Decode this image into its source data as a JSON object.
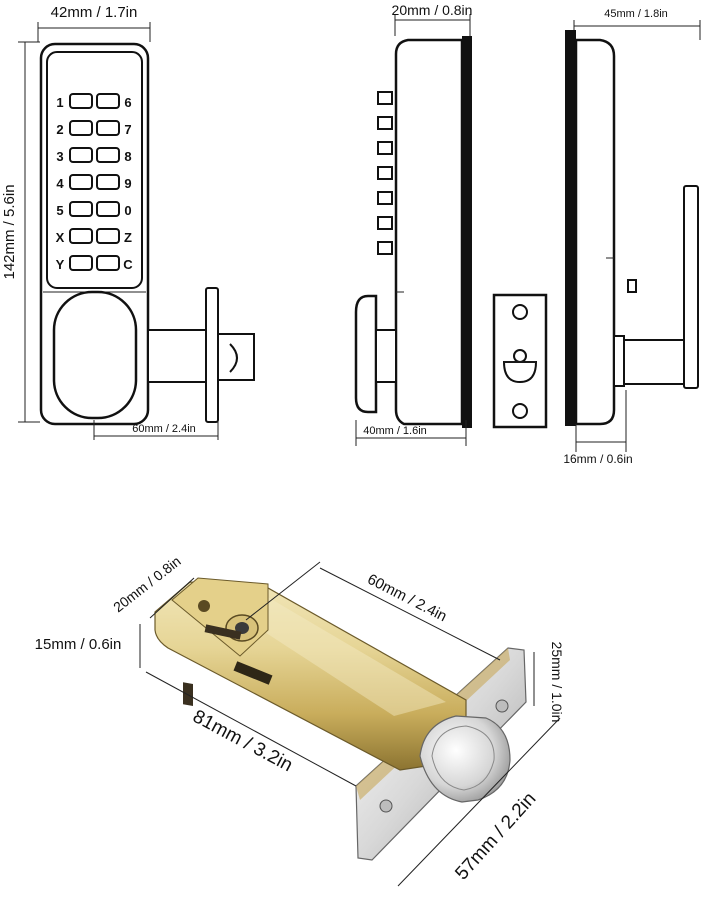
{
  "front": {
    "width_label": "42mm / 1.7in",
    "height_label": "142mm / 5.6in",
    "spindle_label": "60mm / 2.4in",
    "keypad_left": [
      "1",
      "2",
      "3",
      "4",
      "5",
      "X",
      "Y"
    ],
    "keypad_right": [
      "6",
      "7",
      "8",
      "9",
      "0",
      "Z",
      "C"
    ]
  },
  "side": {
    "top_label": "20mm / 0.8in",
    "bottom_label": "40mm / 1.6in"
  },
  "back": {
    "top_label": "45mm / 1.8in",
    "bottom_label": "16mm / 0.6in"
  },
  "latch": {
    "w20_label": "20mm / 0.8in",
    "l60_label": "60mm / 2.4in",
    "h15_label": "15mm / 0.6in",
    "l81_label": "81mm / 3.2in",
    "h25_label": "25mm / 1.0in",
    "l57_label": "57mm / 2.2in"
  },
  "colors": {
    "outline": "#111111",
    "brass_light": "#e8d9a0",
    "brass_dark": "#a88b3a",
    "chrome_light": "#f4f4f4",
    "chrome_dark": "#9a9a9a"
  }
}
